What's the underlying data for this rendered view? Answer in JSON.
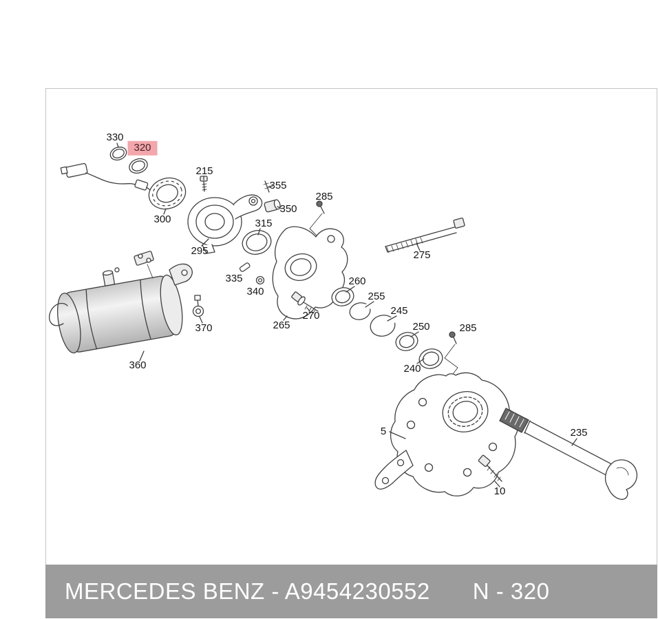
{
  "title": "Mercedes Benz exploded parts diagram",
  "footer": {
    "left": "MERCEDES BENZ - A9454230552",
    "right": "N - 320"
  },
  "colors": {
    "highlight_bg": "#f3a6ab",
    "footer_bg": "#9c9c9c",
    "line_color": "#3f3f3f",
    "frame_border": "#c4c4c4"
  },
  "callouts": [
    {
      "id": "330",
      "highlighted": false
    },
    {
      "id": "320",
      "highlighted": true
    },
    {
      "id": "215",
      "highlighted": false
    },
    {
      "id": "355",
      "highlighted": false
    },
    {
      "id": "285",
      "highlighted": false
    },
    {
      "id": "350",
      "highlighted": false
    },
    {
      "id": "300",
      "highlighted": false
    },
    {
      "id": "315",
      "highlighted": false
    },
    {
      "id": "295",
      "highlighted": false
    },
    {
      "id": "275",
      "highlighted": false
    },
    {
      "id": "335",
      "highlighted": false
    },
    {
      "id": "340",
      "highlighted": false
    },
    {
      "id": "260",
      "highlighted": false
    },
    {
      "id": "255",
      "highlighted": false
    },
    {
      "id": "245",
      "highlighted": false
    },
    {
      "id": "250",
      "highlighted": false
    },
    {
      "id": "285",
      "highlighted": false
    },
    {
      "id": "270",
      "highlighted": false
    },
    {
      "id": "265",
      "highlighted": false
    },
    {
      "id": "370",
      "highlighted": false
    },
    {
      "id": "240",
      "highlighted": false
    },
    {
      "id": "360",
      "highlighted": false
    },
    {
      "id": "5",
      "highlighted": false
    },
    {
      "id": "235",
      "highlighted": false
    },
    {
      "id": "10",
      "highlighted": false
    }
  ]
}
